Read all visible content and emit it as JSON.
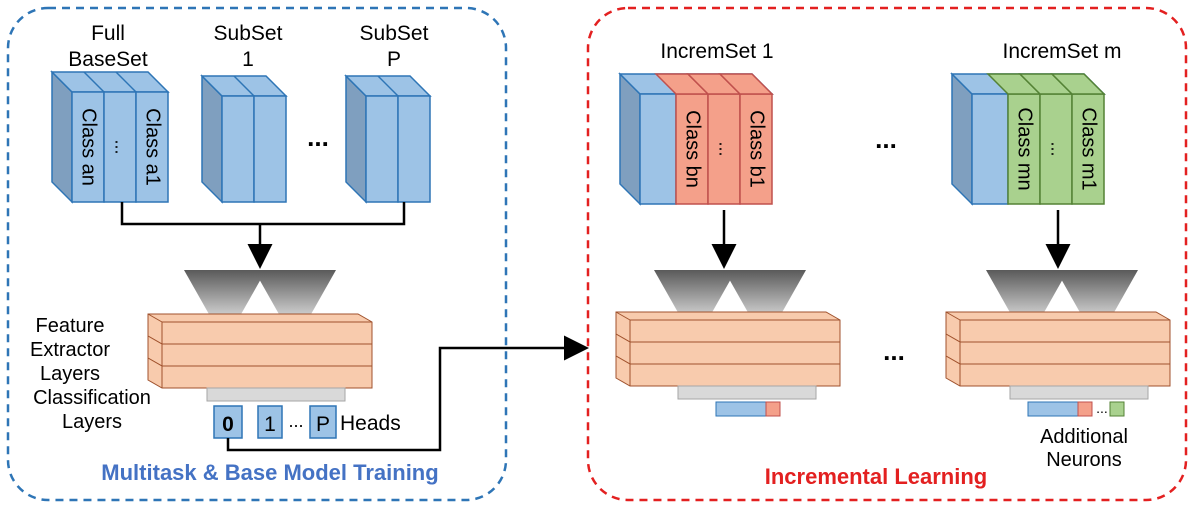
{
  "left_panel": {
    "title": "Multitask & Base Model Training",
    "title_color": "#4472C4",
    "border_color": "#2E75B6",
    "full_baseset_line1": "Full",
    "full_baseset_line2": "BaseSet",
    "subset1_line1": "SubSet",
    "subset1_line2": "1",
    "subsetp_line1": "SubSet",
    "subsetp_line2": "P",
    "ellipsis": "...",
    "class_an": "Class an",
    "class_dots": "...",
    "class_a1": "Class a1",
    "feature_line1": "Feature",
    "feature_line2": "Extractor",
    "feature_line3": "Layers",
    "classification_line1": "Classification",
    "classification_line2": "Layers",
    "head_0": "0",
    "head_1": "1",
    "head_dots": "...",
    "head_p": "P",
    "heads_label": "Heads"
  },
  "right_panel": {
    "title": "Incremental Learning",
    "title_color": "#E32020",
    "border_color": "#E32020",
    "incremset1": "IncremSet 1",
    "incremsetm": "IncremSet m",
    "ellipsis_top": "...",
    "ellipsis_mid": "...",
    "class_bn": "Class bn",
    "class_b_dots": "...",
    "class_b1": "Class b1",
    "class_mn": "Class mn",
    "class_m_dots": "...",
    "class_m1": "Class m1",
    "neuron_dots": "...",
    "additional_line1": "Additional",
    "additional_line2": "Neurons"
  },
  "colors": {
    "blue_fill": "#9DC3E6",
    "blue_dark": "#7F9FBF",
    "blue_stroke": "#2E75B6",
    "red_fill": "#F4A08A",
    "red_stroke": "#C0504D",
    "green_fill": "#A9D18E",
    "green_stroke": "#548235",
    "layer_fill": "#F8CBAD",
    "layer_stroke": "#A0522D",
    "bar_gray": "#D9D9D9"
  }
}
